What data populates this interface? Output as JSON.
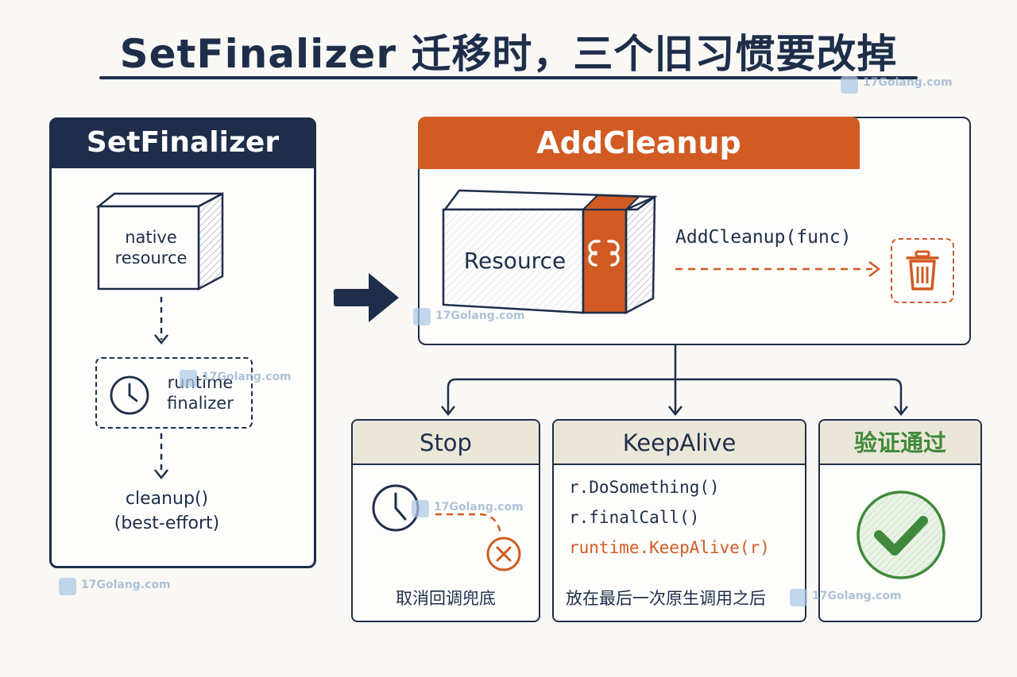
{
  "title": "SetFinalizer 迁移时，三个旧习惯要改掉",
  "watermark": "17Golang.com",
  "left": {
    "header": "SetFinalizer",
    "box_label_line1": "native",
    "box_label_line2": "resource",
    "finalizer_line1": "runtime",
    "finalizer_line2": "finalizer",
    "cleanup_line1": "cleanup()",
    "cleanup_line2": "(best-effort)"
  },
  "right": {
    "header": "AddCleanup",
    "resource_label": "Resource",
    "call_label": "AddCleanup(func)"
  },
  "cards": {
    "stop": {
      "title": "Stop",
      "footer": "取消回调兜底"
    },
    "keepalive": {
      "title": "KeepAlive",
      "code_line1": "r.DoSomething()",
      "code_line2": "r.finalCall()",
      "code_line3": "runtime.KeepAlive(r)",
      "footer": "放在最后一次原生调用之后"
    },
    "verify": {
      "title": "验证通过"
    }
  },
  "colors": {
    "navy": "#1e2e4a",
    "orange": "#d15b23",
    "green": "#3f8a3a",
    "cream": "#ebe7d8"
  }
}
